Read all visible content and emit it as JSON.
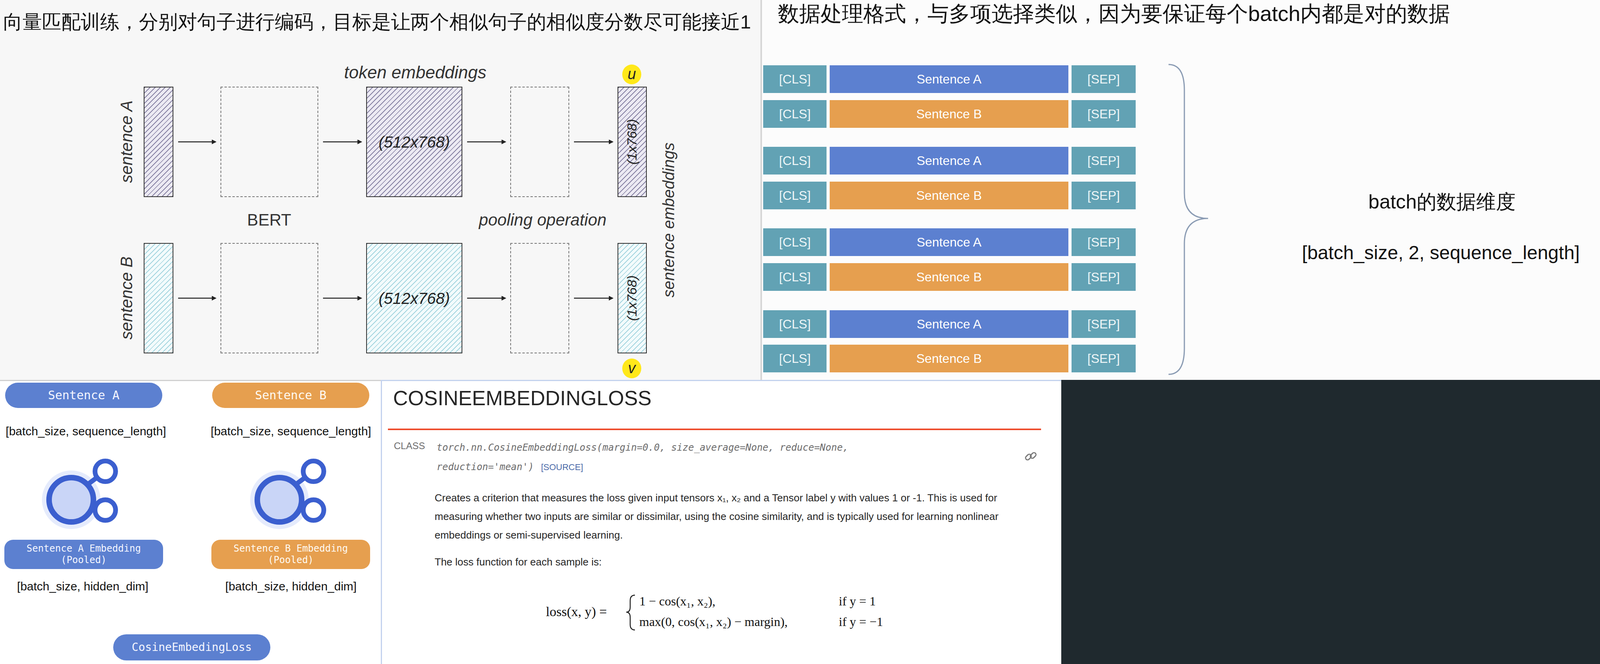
{
  "diagram": {
    "nodes": [
      {
        "text": []
      },
      {
        "text": []
      },
      {
        "text": [
          "(512x768)"
        ]
      },
      {
        "text": []
      },
      {
        "text": [
          "(1x768)"
        ]
      },
      {
        "text": [
          "u"
        ]
      },
      {
        "text": []
      },
      {
        "text": []
      },
      {
        "text": [
          "(512x768)"
        ]
      },
      {
        "text": []
      },
      {
        "text": [
          "(1x768)"
        ]
      },
      {
        "text": [
          "v"
        ]
      },
      {
        "text": [
          "[CLS]"
        ]
      },
      {
        "text": [
          "Sentence A"
        ]
      },
      {
        "text": [
          "[SEP]"
        ]
      },
      {
        "text": [
          "[CLS]"
        ]
      },
      {
        "text": [
          "Sentence B"
        ]
      },
      {
        "text": [
          "[SEP]"
        ]
      },
      {
        "text": [
          "[CLS]"
        ]
      },
      {
        "text": [
          "Sentence A"
        ]
      },
      {
        "text": [
          "[SEP]"
        ]
      },
      {
        "text": [
          "[CLS]"
        ]
      },
      {
        "text": [
          "Sentence B"
        ]
      },
      {
        "text": [
          "[SEP]"
        ]
      },
      {
        "text": [
          "[CLS]"
        ]
      },
      {
        "text": [
          "Sentence A"
        ]
      },
      {
        "text": [
          "[SEP]"
        ]
      },
      {
        "text": [
          "[CLS]"
        ]
      },
      {
        "text": [
          "Sentence B"
        ]
      },
      {
        "text": [
          "[SEP]"
        ]
      },
      {
        "text": [
          "[CLS]"
        ]
      },
      {
        "text": [
          "Sentence A"
        ]
      },
      {
        "text": [
          "[SEP]"
        ]
      },
      {
        "text": [
          "[CLS]"
        ]
      },
      {
        "text": [
          "Sentence B"
        ]
      },
      {
        "text": [
          "[SEP]"
        ]
      },
      {
        "text": [
          "Sentence A"
        ]
      },
      {
        "text": [
          "Sentence B"
        ]
      },
      {
        "text": [
          "Sentence A Embedding (Pooled)"
        ]
      },
      {
        "text": [
          "Sentence B Embedding (Pooled)"
        ]
      },
      {
        "text": [
          "CosineEmbedingLoss"
        ]
      }
    ],
    "edges": [
      {
        "from": 0,
        "to": 1,
        "arrow": "to"
      },
      {
        "from": 1,
        "to": 2,
        "arrow": "to"
      },
      {
        "from": 2,
        "to": 3,
        "arrow": "to"
      },
      {
        "from": 3,
        "to": 4,
        "arrow": "to"
      },
      {
        "from": 6,
        "to": 7,
        "arrow": "to"
      },
      {
        "from": 7,
        "to": 8,
        "arrow": "to"
      },
      {
        "from": 8,
        "to": 9,
        "arrow": "to"
      },
      {
        "from": 9,
        "to": 10,
        "arrow": "to"
      }
    ],
    "labels": [
      "向量匹配训练，分别对句子进行编码，目标是让两个相似句子的相似度分数尽可能接近1",
      "sentence A",
      "token embeddings",
      "BERT",
      "pooling operation",
      "sentence embeddings",
      "sentence B",
      "数据处理格式，与多项选择类似，因为要保证每个batch内都是对的数据",
      "batch的数据维度",
      "[batch_size, 2, sequence_length]",
      "[batch_size, sequence_length]",
      "[batch_size, sequence_length]",
      "[batch_size, hidden_dim]",
      "[batch_size, hidden_dim]",
      "COSINEEMBEDDINGLOSS",
      "CLASS",
      "torch.nn.CosineEmbeddingLoss(margin=0.0, size_average=None, reduce=None, reduction='mean')",
      "[SOURCE]",
      "Creates a criterion that measures the loss given input tensors x₁, x₂ and a Tensor label y with values 1 or -1. This is used for measuring whether two inputs are similar or dissimilar, using the cosine similarity, and is typically used for learning nonlinear embeddings or semi-supervised learning.",
      "The loss function for each sample is:",
      "loss(x, y) =",
      "1 − cos(x₁, x₂),",
      "if y = 1",
      "max(0, cos(x₁, x₂) − margin),",
      "if y = −1"
    ]
  }
}
